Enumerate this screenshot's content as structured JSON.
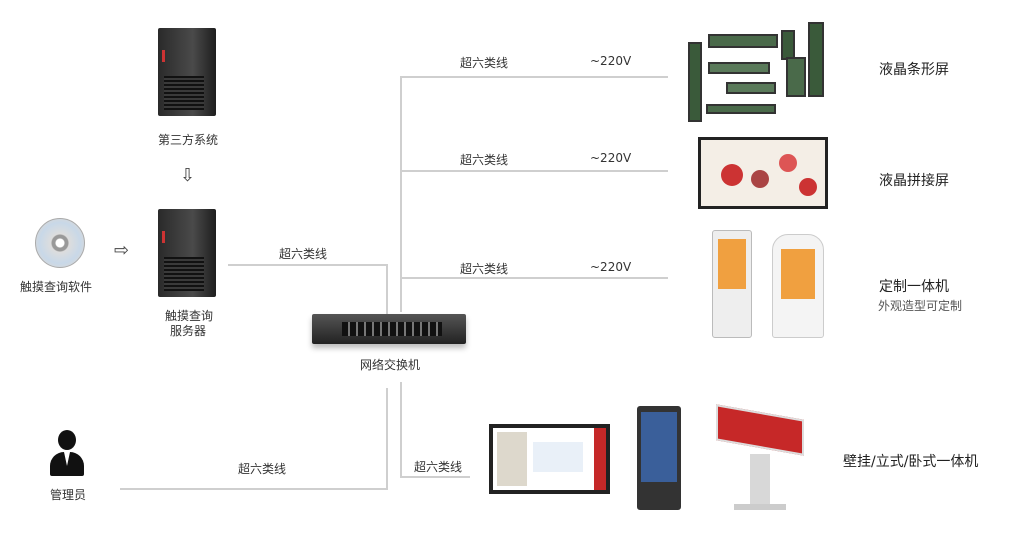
{
  "nodes": {
    "third_party": "第三方系统",
    "software": "触摸查询软件",
    "server_line1": "触摸查询",
    "server_line2": "服务器",
    "switch": "网络交换机",
    "admin": "管理员"
  },
  "links": {
    "server_cable": "超六类线",
    "admin_cable": "超六类线",
    "branch1_cable": "超六类线",
    "branch1_power": "~220V",
    "branch2_cable": "超六类线",
    "branch2_power": "~220V",
    "branch3_cable": "超六类线",
    "branch3_power": "~220V",
    "branch4_cable": "超六类线"
  },
  "devices": {
    "strip": "液晶条形屏",
    "splice": "液晶拼接屏",
    "custom": "定制一体机",
    "custom_sub": "外观造型可定制",
    "allinone": "壁挂/立式/卧式一体机"
  },
  "colors": {
    "line": "#cfcfcf",
    "accent": "#c62828"
  }
}
